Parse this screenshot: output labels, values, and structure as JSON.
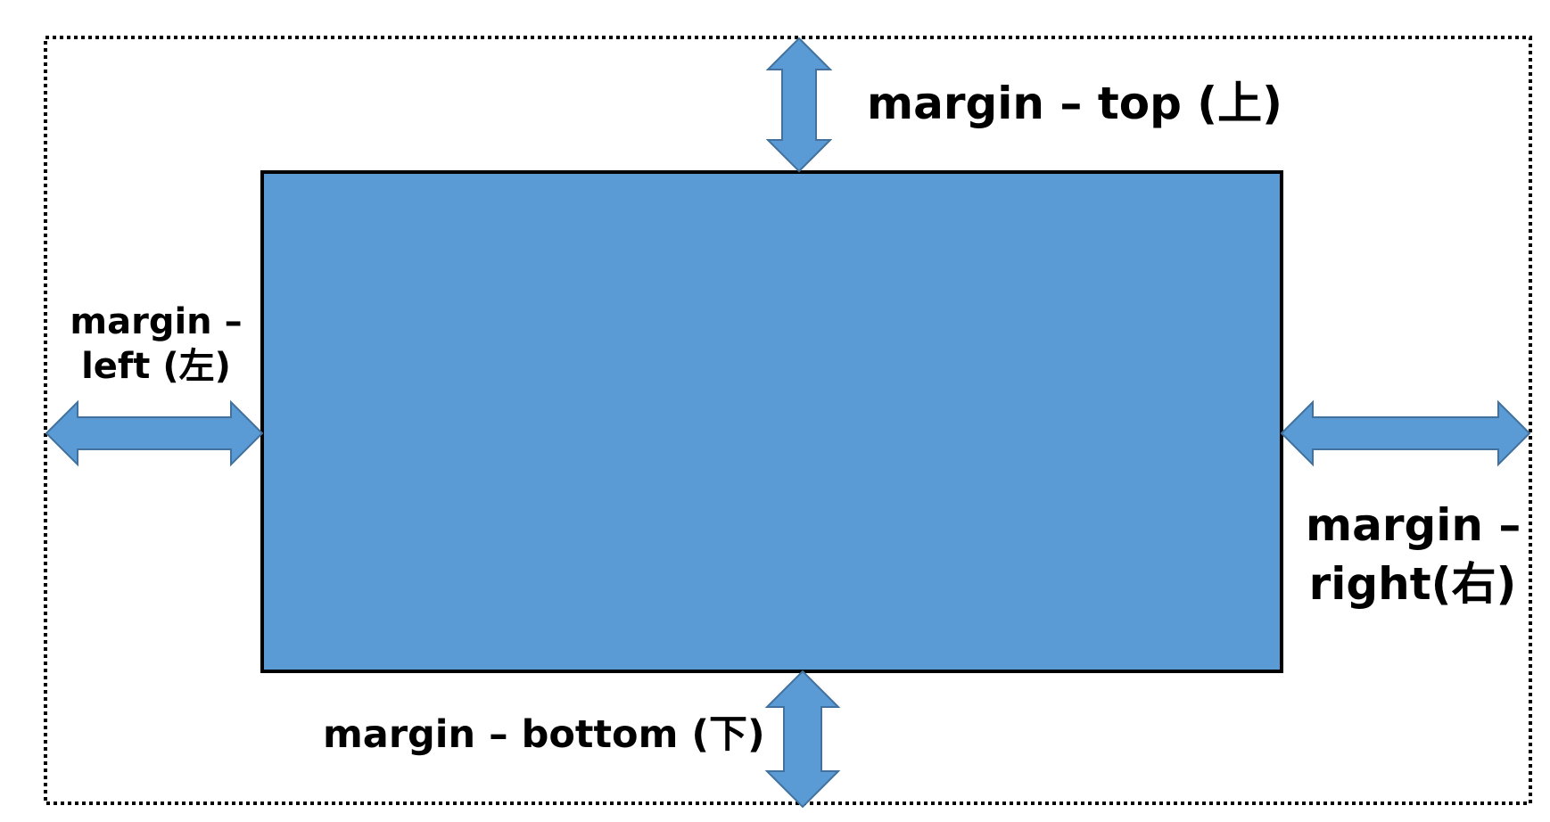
{
  "labels": {
    "top": "margin – top (上)",
    "left_line1": "margin –",
    "left_line2": "left (左)",
    "right_line1": "margin –",
    "right_line2": "right(右)",
    "bottom": "margin – bottom (下)"
  },
  "colors": {
    "box_fill": "#5b9bd5",
    "box_stroke": "#000000",
    "arrow_fill": "#5b9bd5",
    "arrow_stroke": "#41719c",
    "container_border": "#000000"
  }
}
